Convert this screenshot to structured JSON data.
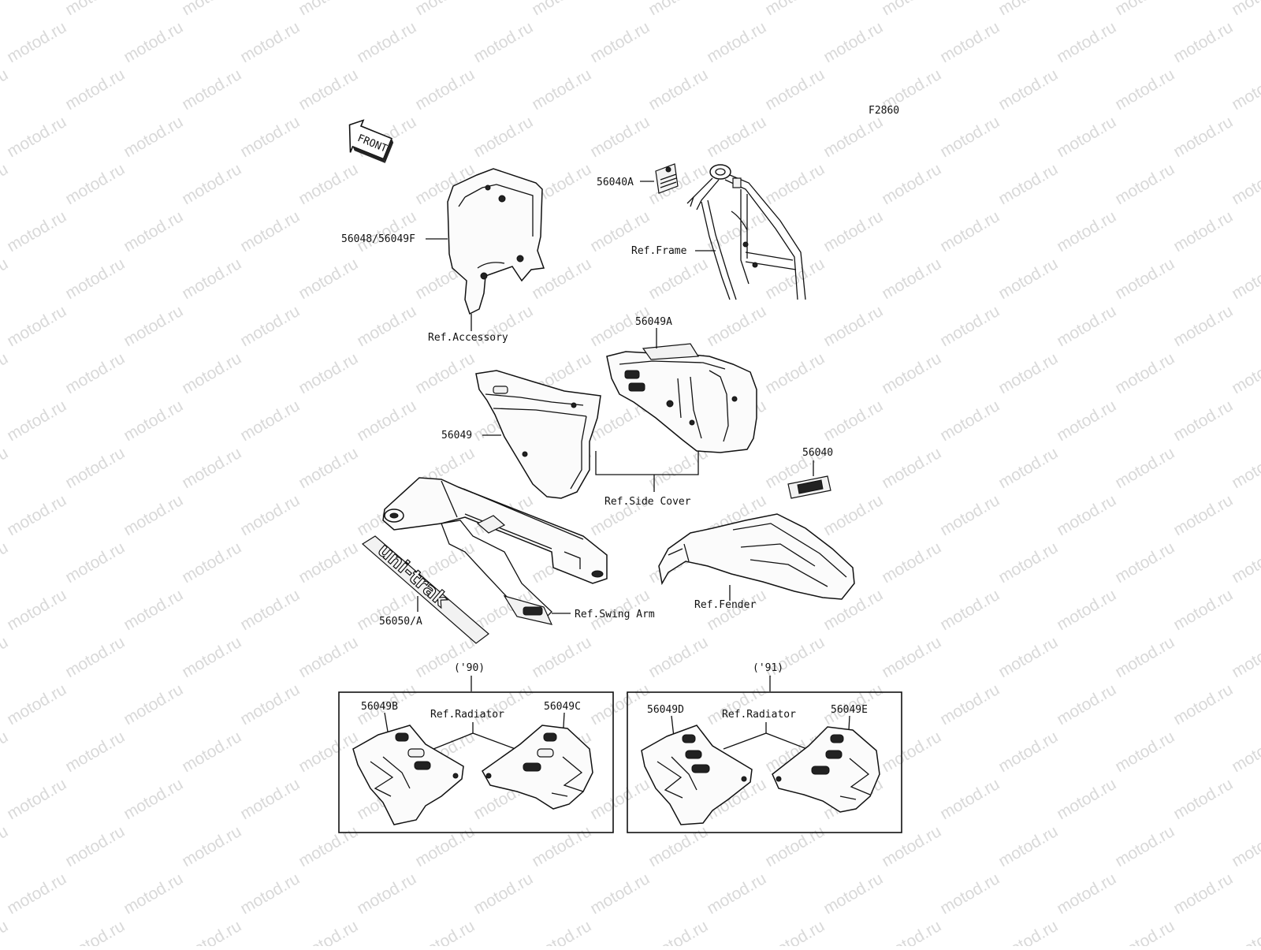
{
  "watermark": "motod.ru",
  "figure_code": "F2860",
  "front_arrow": "FRONT",
  "swingarm_decal_text": "uni-trak",
  "callouts": {
    "p56048": "56048/56049F",
    "ref_accessory": "Ref.Accessory",
    "p56040a": "56040A",
    "ref_frame": "Ref.Frame",
    "p56049a": "56049A",
    "p56049": "56049",
    "p56040": "56040",
    "ref_side_cover": "Ref.Side Cover",
    "ref_swing_arm": "Ref.Swing Arm",
    "ref_fender": "Ref.Fender",
    "p56050": "56050/A"
  },
  "panel_90": {
    "year": "('90)",
    "left_part": "56049B",
    "ref": "Ref.Radiator",
    "right_part": "56049C"
  },
  "panel_91": {
    "year": "('91)",
    "left_part": "56049D",
    "ref": "Ref.Radiator",
    "right_part": "56049E"
  }
}
